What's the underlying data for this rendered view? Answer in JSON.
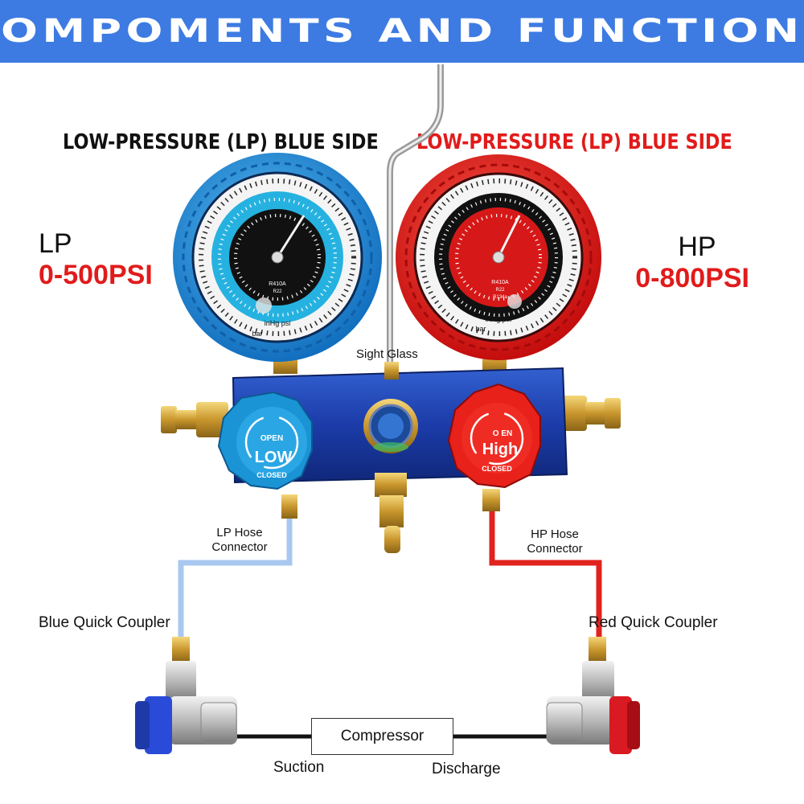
{
  "banner": {
    "title": "COMPOMENTS AND FUNCTIONS"
  },
  "headings": {
    "left": "LOW-PRESSURE (LP) BLUE SIDE",
    "right": "LOW-PRESSURE (LP) BLUE SIDE"
  },
  "ranges": {
    "lp": {
      "name": "LP",
      "value": "0-500PSI"
    },
    "hp": {
      "name": "HP",
      "value": "0-800PSI"
    }
  },
  "knobs": {
    "low": {
      "label": "LOW",
      "open": "OPEN",
      "closed": "CLOSED"
    },
    "high": {
      "label": "High",
      "open": "O EN",
      "closed": "CLOSED"
    }
  },
  "gauge_marks": {
    "refrigerants": [
      "R410A",
      "R22",
      "R134a"
    ],
    "units": "inHg psi",
    "bar": "bar"
  },
  "callouts": {
    "sight_glass": "Sight Glass",
    "lp_hose": [
      "LP Hose",
      "Connector"
    ],
    "hp_hose": [
      "HP Hose",
      "Connector"
    ],
    "blue_coupler": "Blue Quick Coupler",
    "red_coupler": "Red Quick Coupler",
    "compressor": "Compressor",
    "suction": "Suction",
    "discharge": "Discharge"
  },
  "colors": {
    "banner": "#3d7be3",
    "lp_blue": "#1f8fd8",
    "hp_red": "#e11b1b",
    "manifold": "#1d3fa8",
    "brass": "#d8b04a",
    "lp_hose": "#a9c8f0",
    "hp_hose": "#e0231f"
  }
}
